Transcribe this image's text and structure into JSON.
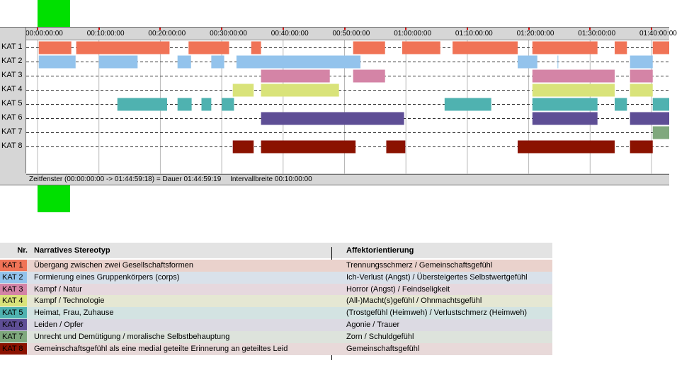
{
  "timeline": {
    "categories": [
      "KAT 1",
      "KAT 2",
      "KAT 3",
      "KAT 4",
      "KAT 5",
      "KAT 6",
      "KAT 7",
      "KAT 8"
    ],
    "ticks": [
      "00:00:00:00",
      "00:10:00:00",
      "00:20:00:00",
      "00:30:00:00",
      "00:40:00:00",
      "00:50:00:00",
      "01:00:00:00",
      "01:10:00:00",
      "01:20:00:00",
      "01:30:00:00",
      "01:40:00:00"
    ],
    "total_minutes": 104.99,
    "colors": [
      "#f07356",
      "#93c3ec",
      "#d484a6",
      "#d9e37a",
      "#4fb2b0",
      "#5e4e95",
      "#7fa87d",
      "#8b1200"
    ],
    "segments": [
      [
        [
          0.2,
          5.5
        ],
        [
          6.3,
          21.5
        ],
        [
          24.6,
          31.2
        ],
        [
          34.8,
          36.4
        ],
        [
          51.4,
          56.6
        ],
        [
          59.4,
          65.6
        ],
        [
          67.6,
          78.2
        ],
        [
          80.6,
          91.2
        ],
        [
          94.0,
          96.0
        ],
        [
          100.2,
          104.99
        ]
      ],
      [
        [
          0.2,
          6.2
        ],
        [
          10.0,
          16.3
        ],
        [
          22.8,
          25.0
        ],
        [
          28.3,
          30.4
        ],
        [
          32.4,
          52.6
        ],
        [
          84.7,
          84.8
        ],
        [
          78.2,
          81.4
        ],
        [
          96.5,
          100.2
        ]
      ],
      [
        [
          36.4,
          47.6
        ],
        [
          51.4,
          56.6
        ],
        [
          80.6,
          94.0
        ],
        [
          96.5,
          100.2
        ]
      ],
      [
        [
          31.8,
          35.2
        ],
        [
          36.4,
          49.1
        ],
        [
          80.6,
          94.0
        ],
        [
          96.5,
          100.2
        ]
      ],
      [
        [
          13.0,
          21.1
        ],
        [
          22.8,
          25.1
        ],
        [
          26.7,
          28.3
        ],
        [
          30.0,
          32.0
        ],
        [
          66.3,
          73.9
        ],
        [
          80.6,
          91.2
        ],
        [
          94.0,
          96.0
        ],
        [
          100.2,
          104.99
        ]
      ],
      [
        [
          36.4,
          59.7
        ],
        [
          80.6,
          91.2
        ],
        [
          96.5,
          104.99
        ]
      ],
      [
        [
          100.2,
          104.99
        ]
      ],
      [
        [
          31.8,
          35.2
        ],
        [
          36.4,
          51.8
        ],
        [
          56.8,
          59.9
        ],
        [
          78.2,
          94.0
        ],
        [
          96.5,
          100.2
        ]
      ]
    ]
  },
  "status": {
    "zeitfenster": "Zeitfenster (00:00:00:00 -> 01:44:59:18) = Dauer 01:44:59:19",
    "intervall": "Intervallbreite 00:10:00:00"
  },
  "legend": {
    "header_nr": "Nr.",
    "header_stereotyp": "Narratives Stereotyp",
    "header_affekt": "Affektorientierung",
    "rows": [
      {
        "nr": "KAT 1",
        "color": "#f07356",
        "bg": "#ead2cc",
        "stereotyp": "Übergang zwischen zwei Gesellschaftsformen",
        "affekt": "Trennungsschmerz / Gemeinschaftsgefühl"
      },
      {
        "nr": "KAT 2",
        "color": "#93c3ec",
        "bg": "#d9e1ea",
        "stereotyp": "Formierung eines Gruppenkörpers (corps)",
        "affekt": "Ich-Verlust (Angst) / Übersteigertes Selbstwertgefühl"
      },
      {
        "nr": "KAT 3",
        "color": "#d484a6",
        "bg": "#e6d8de",
        "stereotyp": "Kampf / Natur",
        "affekt": "Horror (Angst) / Feindseligkeit"
      },
      {
        "nr": "KAT 4",
        "color": "#d9e37a",
        "bg": "#e5e7d3",
        "stereotyp": "Kampf / Technologie",
        "affekt": "(All-)Macht(s)gefühl / Ohnmachtsgefühl"
      },
      {
        "nr": "KAT 5",
        "color": "#4fb2b0",
        "bg": "#d3e3e2",
        "stereotyp": "Heimat, Frau, Zuhause",
        "affekt": "(Trostgefühl (Heimweh) / Verlustschmerz (Heimweh)"
      },
      {
        "nr": "KAT 6",
        "color": "#5e4e95",
        "bg": "#dcdae3",
        "stereotyp": "Leiden / Opfer",
        "affekt": "Agonie / Trauer"
      },
      {
        "nr": "KAT 7",
        "color": "#7fa87d",
        "bg": "#dde3dc",
        "stereotyp": "Unrecht und Demütigung / moralische Selbstbehauptung",
        "affekt": "Zorn / Schuldgefühl"
      },
      {
        "nr": "KAT 8",
        "color": "#8b1200",
        "bg": "#e8d9d9",
        "stereotyp": "Gemeinschaftsgefühl als eine medial geteilte Erinnerung an geteiltes Leid",
        "affekt": "Gemeinschaftsgefühl"
      }
    ]
  }
}
